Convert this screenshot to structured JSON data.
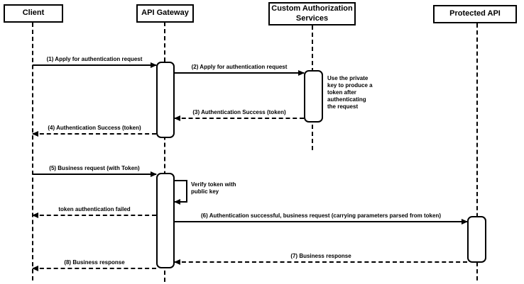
{
  "diagram": {
    "type": "sequence-diagram",
    "subject": "API Gateway token authentication flow",
    "colors": {
      "background": "#ffffff",
      "line": "#000000",
      "box_fill": "#ffffff",
      "text": "#000000"
    },
    "actors": [
      {
        "name": "Client"
      },
      {
        "name": "API Gateway"
      },
      {
        "name": "Custom Authorization Services"
      },
      {
        "name": "Protected API"
      }
    ],
    "messages": [
      {
        "label": "(1) Apply for authentication request",
        "from": "Client",
        "to": "API Gateway",
        "line": "solid"
      },
      {
        "label": "(2) Apply for authentication request",
        "from": "API Gateway",
        "to": "Custom Authorization Services",
        "line": "solid"
      },
      {
        "label": "(3) Authentication Success (token)",
        "from": "Custom Authorization Services",
        "to": "API Gateway",
        "line": "dashed"
      },
      {
        "label": "(4) Authentication Success (token)",
        "from": "API Gateway",
        "to": "Client",
        "line": "dashed"
      },
      {
        "label": "(5) Business request (with Token)",
        "from": "Client",
        "to": "API Gateway",
        "line": "solid"
      },
      {
        "label": "token authentication failed",
        "from": "API Gateway",
        "to": "Client",
        "line": "dashed"
      },
      {
        "label": "(6) Authentication successful, business request (carrying parameters parsed from token)",
        "from": "API Gateway",
        "to": "Protected API",
        "line": "solid"
      },
      {
        "label": "(7) Business response",
        "from": "Protected API",
        "to": "API Gateway",
        "line": "dashed"
      },
      {
        "label": "(8) Business response",
        "from": "API Gateway",
        "to": "Client",
        "line": "dashed"
      }
    ],
    "self_message": {
      "actor": "API Gateway",
      "text": "Verify token with public key"
    },
    "note": {
      "near": "Custom Authorization Services",
      "text": "Use the private key to produce a token after authenticating the request"
    }
  }
}
